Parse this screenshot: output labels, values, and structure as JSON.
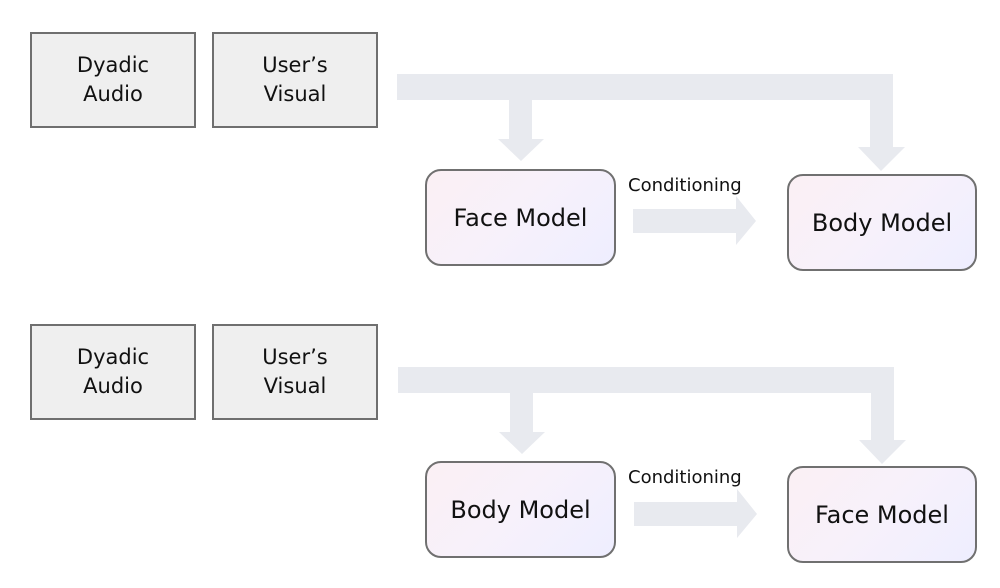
{
  "diagrams": [
    {
      "inputs": [
        {
          "line1": "Dyadic",
          "line2": "Audio"
        },
        {
          "line1": "User’s",
          "line2": "Visual"
        }
      ],
      "first_model": "Face Model",
      "second_model": "Body Model",
      "connector_label": "Conditioning"
    },
    {
      "inputs": [
        {
          "line1": "Dyadic",
          "line2": "Audio"
        },
        {
          "line1": "User’s",
          "line2": "Visual"
        }
      ],
      "first_model": "Body Model",
      "second_model": "Face Model",
      "connector_label": "Conditioning"
    }
  ],
  "colors": {
    "arrow_fill": "#e8eaef",
    "input_fill": "#efefef",
    "box_border": "#707070"
  }
}
